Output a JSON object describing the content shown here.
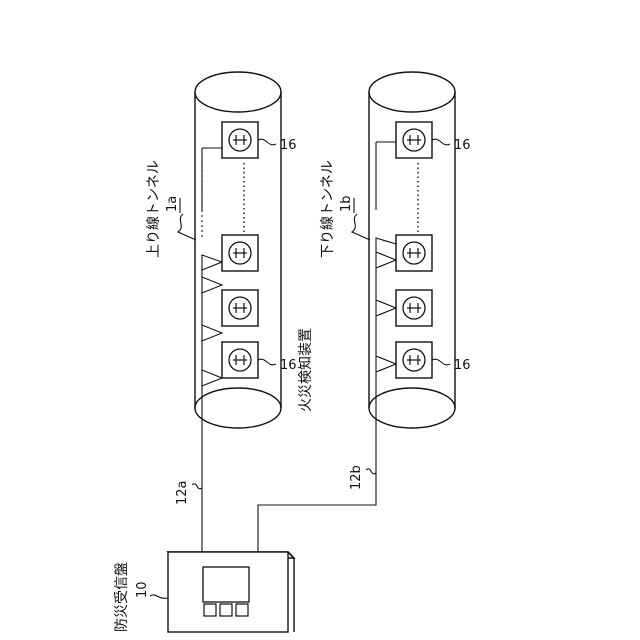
{
  "receiver": {
    "name": "防災受信盤",
    "ref": "10"
  },
  "lines": {
    "a": "12a",
    "b": "12b"
  },
  "tunnels": [
    {
      "name": "上り線トンネル",
      "ref": "1a"
    },
    {
      "name": "下り線トンネル",
      "ref": "1b"
    }
  ],
  "detector": {
    "name": "火災検知装置",
    "ref": "16"
  },
  "detector_refs": {
    "a_top": "16",
    "a_bottom": "16",
    "b_top": "16",
    "b_bottom": "16"
  }
}
